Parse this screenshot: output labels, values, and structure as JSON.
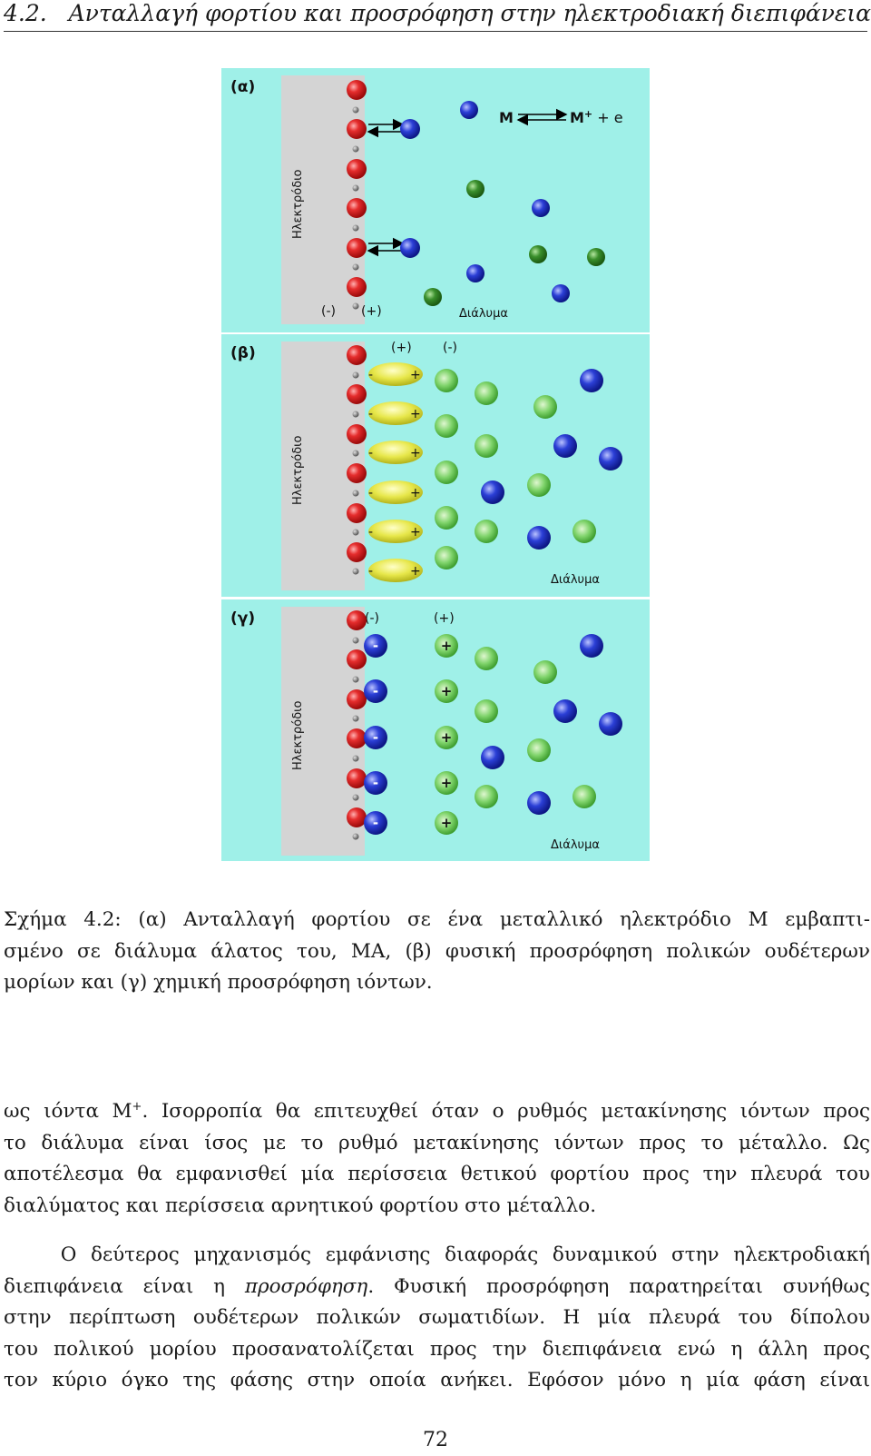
{
  "header": {
    "section": "4.2.",
    "title": "Ανταλλαγή φορτίου και προσρόφηση στην ηλεκτροδιακή διεπιφάνεια"
  },
  "figure": {
    "colors": {
      "background": "#9ff0e8",
      "electrode": "#d4d4d4",
      "cation": "#2b3fd6",
      "neutral": "#3aa23a",
      "anion_site": "#e52d2d",
      "dipole": "#d9d92a",
      "electron": "#777777"
    },
    "panel_a": {
      "label": "(α)",
      "electrode_label": "Ηλεκτρόδιο",
      "reaction_left": "M",
      "reaction_right": "M",
      "reaction_sup": "+",
      "reaction_tail": " + e",
      "sign_minus": "(-)",
      "sign_plus": "(+)",
      "solution_label": "Διάλυμα"
    },
    "panel_b": {
      "label": "(β)",
      "electrode_label": "Ηλεκτρόδιο",
      "sign_plus": "(+)",
      "sign_minus": "(-)",
      "dipole_minus": "-",
      "dipole_plus": "+",
      "solution_label": "Διάλυμα"
    },
    "panel_c": {
      "label": "(γ)",
      "electrode_label": "Ηλεκτρόδιο",
      "sign_minus": "(-)",
      "sign_plus": "(+)",
      "ion_minus": "-",
      "ion_plus": "+",
      "solution_label": "Διάλυμα"
    }
  },
  "caption": {
    "line1": "Σχήμα 4.2: (α) Ανταλλαγή φορτίου σε ένα μεταλλικό ηλεκτρόδιο Μ εμβαπτι-",
    "line2": "σμένο σε διάλυμα άλατος του, ΜΑ, (β) φυσική προσρόφηση πολικών ουδέτερων",
    "line3": "μορίων και (γ) χημική προσρόφηση ιόντων."
  },
  "paragraph1": {
    "line1_a": "ως ιόντα M",
    "line1_sup": "+",
    "line1_b": ". Ισορροπία θα επιτευχθεί όταν ο ρυθμός μετακίνησης ιόντων προς",
    "line2": "το διάλυμα είναι ίσος με το ρυθμό μετακίνησης ιόντων προς το μέταλλο. Ως",
    "line3": "αποτέλεσμα θα εμφανισθεί μία περίσσεια θετικού φορτίου προς την πλευρά του",
    "line4": "διαλύματος και περίσσεια αρνητικού φορτίου στο μέταλλο."
  },
  "paragraph2": {
    "line1": "Ο δεύτερος μηχανισμός εμφάνισης διαφοράς δυναμικού στην ηλεκτροδιακή",
    "line2_a": "διεπιφάνεια είναι η ",
    "line2_em": "προσρόφηση",
    "line2_b": ". Φυσική προσρόφηση παρατηρείται συνήθως",
    "line3": "στην περίπτωση ουδέτερων πολικών σωματιδίων. Η μία πλευρά του δίπολου",
    "line4": "του πολικού μορίου προσανατολίζεται προς την διεπιφάνεια ενώ η άλλη προς",
    "line5": "τον κύριο όγκο της φάσης στην οποία ανήκει. Εφόσον μόνο η μία φάση είναι"
  },
  "page_number": "72"
}
